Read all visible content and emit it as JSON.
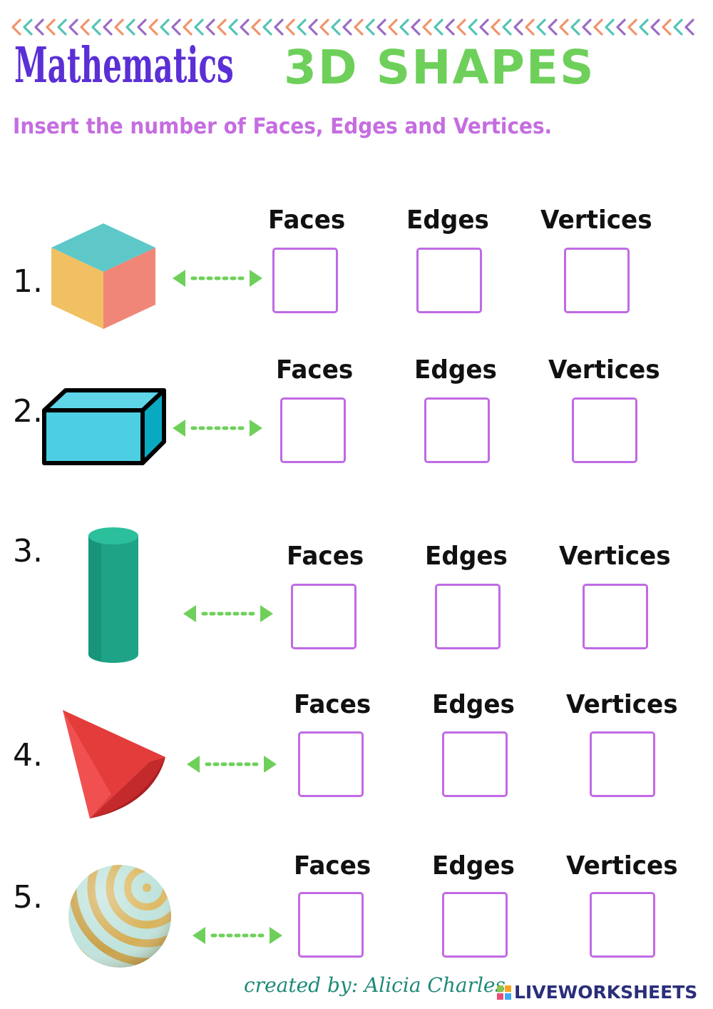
{
  "header": {
    "subject": "Mathematics",
    "title": "3D SHAPES",
    "instruction": "Insert the number of Faces, Edges and Vertices."
  },
  "column_labels": {
    "faces": "Faces",
    "edges": "Edges",
    "vertices": "Vertices"
  },
  "questions": [
    {
      "number": "1.",
      "shape_icon": "cube-icon",
      "faces": "",
      "edges": "",
      "vertices": ""
    },
    {
      "number": "2.",
      "shape_icon": "rectangular-prism-icon",
      "faces": "",
      "edges": "",
      "vertices": ""
    },
    {
      "number": "3.",
      "shape_icon": "cylinder-icon",
      "faces": "",
      "edges": "",
      "vertices": ""
    },
    {
      "number": "4.",
      "shape_icon": "cone-icon",
      "faces": "",
      "edges": "",
      "vertices": ""
    },
    {
      "number": "5.",
      "shape_icon": "sphere-icon",
      "faces": "",
      "edges": "",
      "vertices": ""
    }
  ],
  "footer": {
    "credit": "created by: Alicia Charles",
    "brand": "LIVEWORKSHEETS"
  },
  "colors": {
    "subject": "#5b2fd6",
    "title": "#6ed05a",
    "instruction": "#c56de0",
    "answer_box_border": "#c06ae4",
    "arrow": "#6ed05a"
  }
}
